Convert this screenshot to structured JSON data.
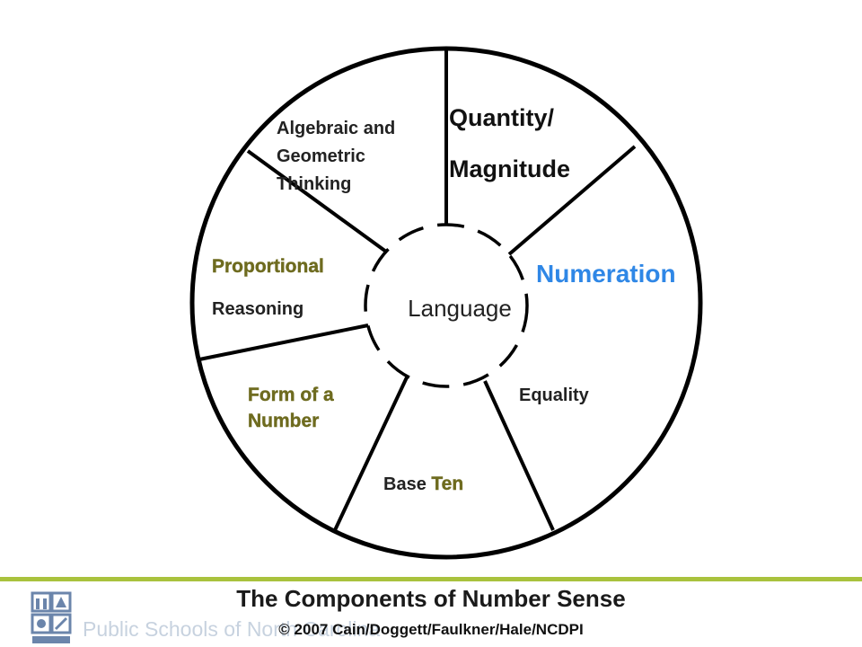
{
  "diagram": {
    "center_label": "Language",
    "segments": {
      "quantity_line1": "Quantity/",
      "quantity_line2": "Magnitude",
      "numeration": "Numeration",
      "equality": "Equality",
      "base_ten_a": "Base ",
      "base_ten_b": "Ten",
      "form_line1": "Form of a",
      "form_line2": "Number",
      "prop_line1": "Proportional",
      "prop_line2": "Reasoning",
      "alg_line1": "Algebraic and",
      "alg_line2": "Geometric",
      "alg_line3": "Thinking"
    }
  },
  "footer": {
    "title": "The Components of Number Sense",
    "copyright": "© 2007 Cain/Doggett/Faulkner/Hale/NCDPI",
    "watermark": "Public Schools of North Carolina",
    "logo_icon": "ncdpi-logo-icon"
  },
  "colors": {
    "accent": "#a9c23d",
    "numeration": "#2f87e6",
    "olive_text": "#6e6b1f"
  }
}
